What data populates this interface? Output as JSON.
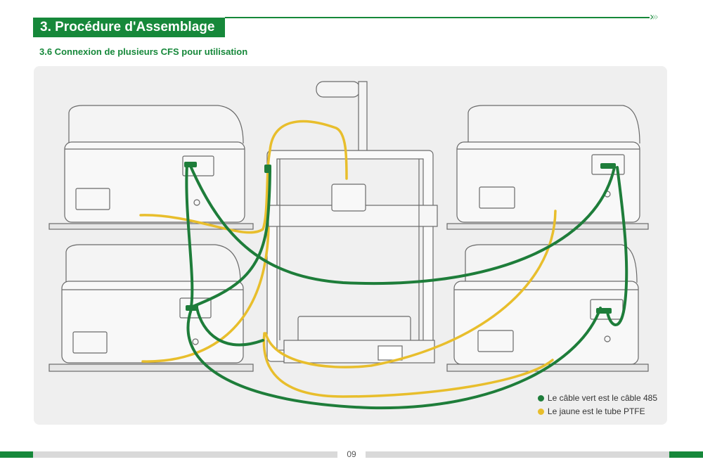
{
  "header": {
    "section_title": "3. Procédure d'Assemblage",
    "subsection_title": "3.6 Connexion de plusieurs CFS pour utilisation",
    "arrows_icon": "double-chevron-right-icon"
  },
  "legend": {
    "green_label": "Le câble vert est le câble 485",
    "yellow_label": "Le jaune est le tube PTFE"
  },
  "colors": {
    "brand_green": "#16883a",
    "cable_485": "#1e7d3a",
    "ptfe_tube": "#e8be2c",
    "line_art": "#555555"
  },
  "footer": {
    "page_number": "09"
  }
}
